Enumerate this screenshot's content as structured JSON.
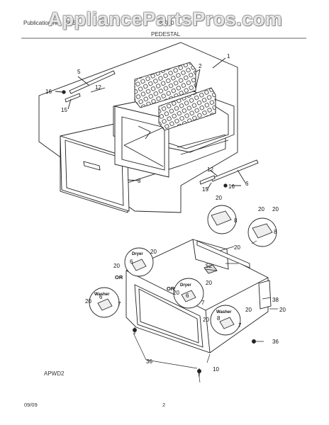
{
  "header": {
    "left_text": "Publication No. 5995…",
    "center_code": "D0010",
    "title": "PEDESTAL"
  },
  "watermark": "AppliancePartsPros.com",
  "callouts": {
    "n1": "1",
    "n2": "2",
    "n3": "3",
    "n5": "5",
    "n6": "6",
    "n8": "8",
    "n10": "10",
    "n12": "12",
    "n15": "15",
    "n16": "16",
    "n20": "20",
    "n36": "36",
    "n38": "38",
    "n52": "52",
    "n7": "7"
  },
  "labels": {
    "dryer": "Dryer",
    "washer": "Washer",
    "or": "OR"
  },
  "model_code": "APWD2",
  "footer": {
    "date": "09/09",
    "page": "2"
  }
}
